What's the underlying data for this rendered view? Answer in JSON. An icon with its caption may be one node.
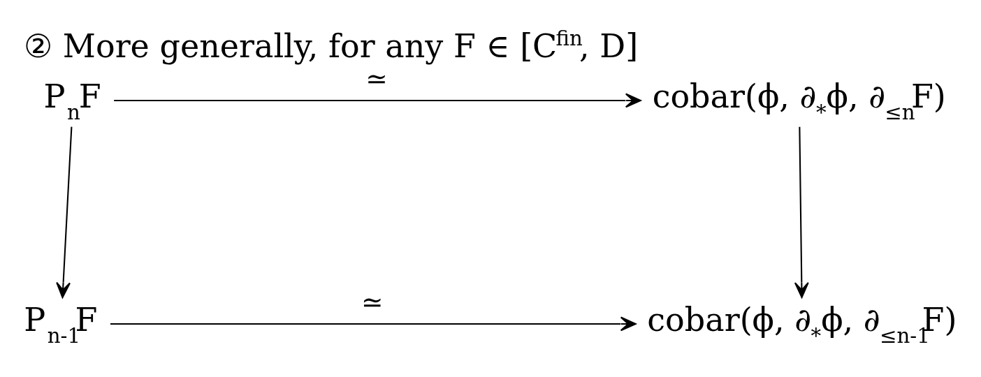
{
  "diagram": {
    "title": "② More generally, for any F ∈ [C$^{fin}$, D]",
    "nodes": [
      {
        "text": [
          "P$_{n}$F"
        ]
      },
      {
        "text": [
          "cobar(ϕ, ∂$_{*}$ϕ, ∂$_{≤n}$F)"
        ]
      },
      {
        "text": [
          "P$_{n-1}$F"
        ]
      },
      {
        "text": [
          "cobar(ϕ, ∂$_{*}$ϕ, ∂$_{≤n-1}$F)"
        ]
      }
    ],
    "edges": [
      {
        "from": 0,
        "to": 1,
        "arrow": "to",
        "label": "≃"
      },
      {
        "from": 0,
        "to": 2,
        "arrow": "to"
      },
      {
        "from": 1,
        "to": 3,
        "arrow": "to"
      },
      {
        "from": 2,
        "to": 3,
        "arrow": "to",
        "label": "≃"
      }
    ]
  }
}
